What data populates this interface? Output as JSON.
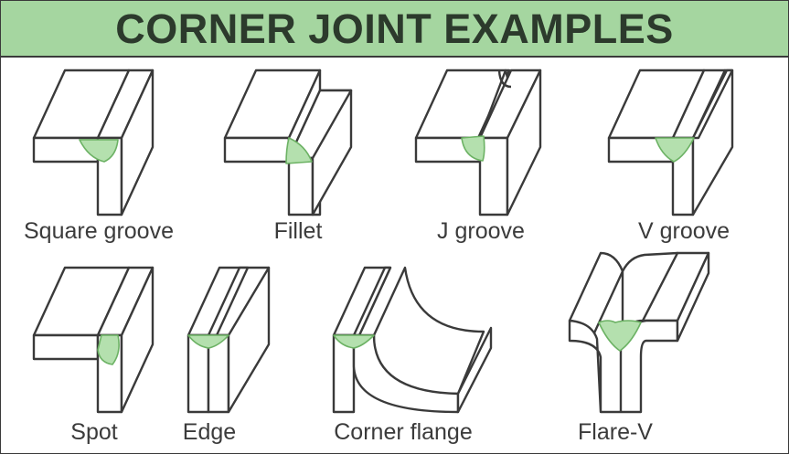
{
  "title": "CORNER JOINT EXAMPLES",
  "colors": {
    "header_bg": "#a5d6a0",
    "weld_fill": "#b4e0ae",
    "weld_stroke": "#6cb264",
    "outline": "#3a3a3a"
  },
  "joints": [
    {
      "id": "square-groove",
      "label": "Square groove"
    },
    {
      "id": "fillet",
      "label": "Fillet"
    },
    {
      "id": "j-groove",
      "label": "J groove"
    },
    {
      "id": "v-groove",
      "label": "V groove"
    },
    {
      "id": "spot",
      "label": "Spot"
    },
    {
      "id": "edge",
      "label": "Edge"
    },
    {
      "id": "corner-flange",
      "label": "Corner flange"
    },
    {
      "id": "flare-v",
      "label": "Flare-V"
    }
  ]
}
